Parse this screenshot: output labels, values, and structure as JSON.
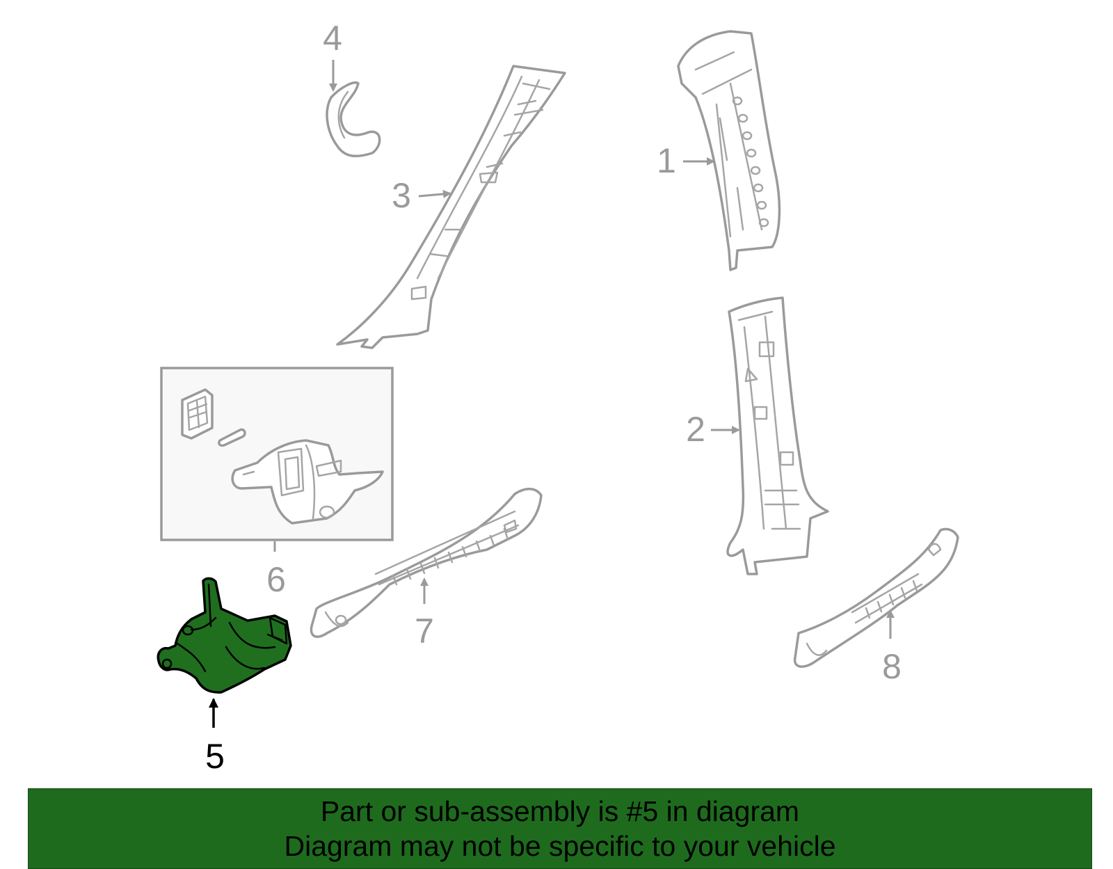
{
  "callouts": [
    {
      "number": "1"
    },
    {
      "number": "2"
    },
    {
      "number": "3"
    },
    {
      "number": "4"
    },
    {
      "number": "5",
      "highlighted": true
    },
    {
      "number": "6"
    },
    {
      "number": "7"
    },
    {
      "number": "8"
    }
  ],
  "colors": {
    "highlight_fill": "#1f6f1f",
    "banner_background": "#1e6b1e",
    "part_outline": "#9a9a9a",
    "label_gray": "#9a9a9a"
  },
  "banner": {
    "line1": "Part or sub-assembly is #5 in diagram",
    "line2": "Diagram may not be specific to your vehicle"
  }
}
